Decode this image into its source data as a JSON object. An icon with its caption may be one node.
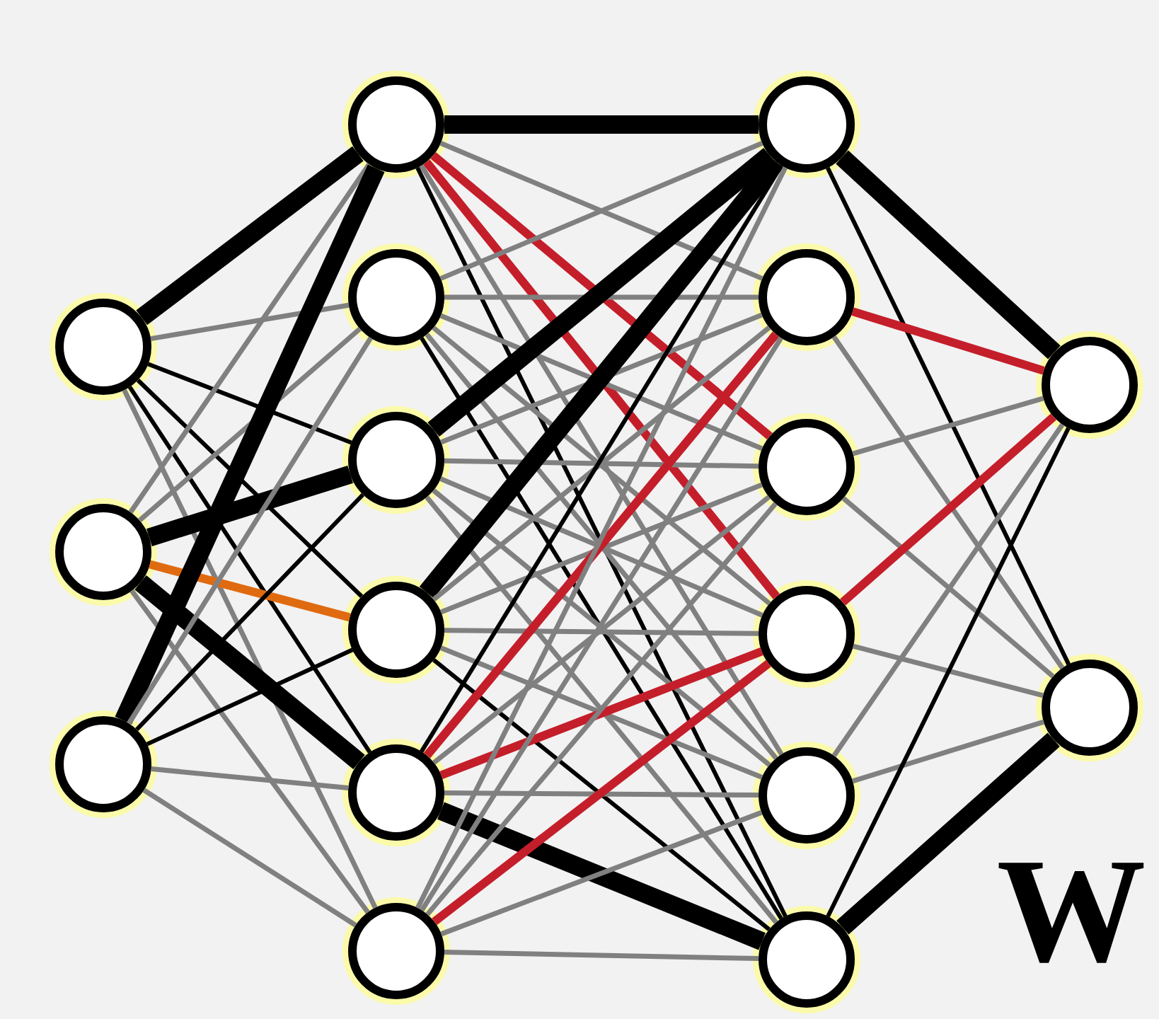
{
  "diagram": {
    "nodes": [
      {
        "text": [],
        "shape": "circle"
      },
      {
        "text": [],
        "shape": "circle"
      },
      {
        "text": [],
        "shape": "circle"
      },
      {
        "text": [],
        "shape": "circle"
      },
      {
        "text": [],
        "shape": "circle"
      },
      {
        "text": [],
        "shape": "circle"
      },
      {
        "text": [],
        "shape": "circle"
      },
      {
        "text": [],
        "shape": "circle"
      },
      {
        "text": [],
        "shape": "circle"
      },
      {
        "text": [],
        "shape": "circle"
      },
      {
        "text": [],
        "shape": "circle"
      },
      {
        "text": [],
        "shape": "circle"
      },
      {
        "text": [],
        "shape": "circle"
      },
      {
        "text": [],
        "shape": "circle"
      },
      {
        "text": [],
        "shape": "circle"
      },
      {
        "text": [],
        "shape": "circle"
      },
      {
        "text": [],
        "shape": "circle"
      }
    ],
    "edges": [
      {
        "from": 0,
        "to": 3,
        "arrow": "none",
        "style": "thick",
        "color": "#000000"
      },
      {
        "from": 0,
        "to": 4,
        "arrow": "none"
      },
      {
        "from": 0,
        "to": 5,
        "arrow": "none",
        "color": "#000000"
      },
      {
        "from": 0,
        "to": 6,
        "arrow": "none",
        "color": "#000000"
      },
      {
        "from": 0,
        "to": 7,
        "arrow": "none",
        "color": "#000000"
      },
      {
        "from": 0,
        "to": 8,
        "arrow": "none"
      },
      {
        "from": 1,
        "to": 3,
        "arrow": "none"
      },
      {
        "from": 1,
        "to": 4,
        "arrow": "none"
      },
      {
        "from": 1,
        "to": 5,
        "arrow": "none",
        "style": "thick",
        "color": "#000000"
      },
      {
        "from": 1,
        "to": 6,
        "arrow": "none",
        "color": "#e06a10"
      },
      {
        "from": 1,
        "to": 7,
        "arrow": "none",
        "style": "thick",
        "color": "#000000"
      },
      {
        "from": 1,
        "to": 8,
        "arrow": "none"
      },
      {
        "from": 2,
        "to": 3,
        "arrow": "none",
        "style": "thick",
        "color": "#000000"
      },
      {
        "from": 2,
        "to": 4,
        "arrow": "none"
      },
      {
        "from": 2,
        "to": 5,
        "arrow": "none",
        "color": "#000000"
      },
      {
        "from": 2,
        "to": 6,
        "arrow": "none",
        "color": "#000000"
      },
      {
        "from": 2,
        "to": 7,
        "arrow": "none"
      },
      {
        "from": 2,
        "to": 8,
        "arrow": "none"
      },
      {
        "from": 3,
        "to": 9,
        "arrow": "none",
        "style": "thick",
        "color": "#000000"
      },
      {
        "from": 3,
        "to": 10,
        "arrow": "none"
      },
      {
        "from": 3,
        "to": 11,
        "arrow": "none",
        "color": "#c41e2a"
      },
      {
        "from": 3,
        "to": 12,
        "arrow": "none",
        "color": "#c41e2a"
      },
      {
        "from": 3,
        "to": 13,
        "arrow": "none"
      },
      {
        "from": 3,
        "to": 14,
        "arrow": "none",
        "color": "#000000"
      },
      {
        "from": 4,
        "to": 9,
        "arrow": "none"
      },
      {
        "from": 4,
        "to": 10,
        "arrow": "none"
      },
      {
        "from": 4,
        "to": 11,
        "arrow": "none"
      },
      {
        "from": 4,
        "to": 12,
        "arrow": "none"
      },
      {
        "from": 4,
        "to": 13,
        "arrow": "none"
      },
      {
        "from": 4,
        "to": 14,
        "arrow": "none",
        "color": "#000000"
      },
      {
        "from": 5,
        "to": 9,
        "arrow": "none",
        "style": "thick",
        "color": "#000000"
      },
      {
        "from": 5,
        "to": 10,
        "arrow": "none"
      },
      {
        "from": 5,
        "to": 11,
        "arrow": "none"
      },
      {
        "from": 5,
        "to": 12,
        "arrow": "none"
      },
      {
        "from": 5,
        "to": 13,
        "arrow": "none"
      },
      {
        "from": 5,
        "to": 14,
        "arrow": "none"
      },
      {
        "from": 6,
        "to": 9,
        "arrow": "none",
        "style": "thick",
        "color": "#000000"
      },
      {
        "from": 6,
        "to": 10,
        "arrow": "none"
      },
      {
        "from": 6,
        "to": 11,
        "arrow": "none"
      },
      {
        "from": 6,
        "to": 12,
        "arrow": "none"
      },
      {
        "from": 6,
        "to": 13,
        "arrow": "none"
      },
      {
        "from": 6,
        "to": 14,
        "arrow": "none",
        "color": "#000000"
      },
      {
        "from": 7,
        "to": 9,
        "arrow": "none",
        "color": "#000000"
      },
      {
        "from": 7,
        "to": 10,
        "arrow": "none",
        "color": "#c41e2a"
      },
      {
        "from": 7,
        "to": 11,
        "arrow": "none"
      },
      {
        "from": 7,
        "to": 12,
        "arrow": "none",
        "color": "#c41e2a"
      },
      {
        "from": 7,
        "to": 13,
        "arrow": "none"
      },
      {
        "from": 7,
        "to": 14,
        "arrow": "none",
        "style": "thick",
        "color": "#000000"
      },
      {
        "from": 8,
        "to": 9,
        "arrow": "none"
      },
      {
        "from": 8,
        "to": 10,
        "arrow": "none"
      },
      {
        "from": 8,
        "to": 11,
        "arrow": "none"
      },
      {
        "from": 8,
        "to": 12,
        "arrow": "none",
        "color": "#c41e2a"
      },
      {
        "from": 8,
        "to": 13,
        "arrow": "none"
      },
      {
        "from": 8,
        "to": 14,
        "arrow": "none"
      },
      {
        "from": 9,
        "to": 15,
        "arrow": "none",
        "style": "thick",
        "color": "#000000"
      },
      {
        "from": 9,
        "to": 16,
        "arrow": "none",
        "color": "#000000"
      },
      {
        "from": 10,
        "to": 15,
        "arrow": "none",
        "color": "#c41e2a"
      },
      {
        "from": 10,
        "to": 16,
        "arrow": "none"
      },
      {
        "from": 11,
        "to": 15,
        "arrow": "none"
      },
      {
        "from": 11,
        "to": 16,
        "arrow": "none"
      },
      {
        "from": 12,
        "to": 15,
        "arrow": "none",
        "color": "#c41e2a"
      },
      {
        "from": 12,
        "to": 16,
        "arrow": "none"
      },
      {
        "from": 13,
        "to": 15,
        "arrow": "none"
      },
      {
        "from": 13,
        "to": 16,
        "arrow": "none"
      },
      {
        "from": 14,
        "to": 15,
        "arrow": "none",
        "color": "#000000"
      },
      {
        "from": 14,
        "to": 16,
        "arrow": "none",
        "style": "thick",
        "color": "#000000"
      }
    ],
    "labels": [
      "W"
    ]
  }
}
